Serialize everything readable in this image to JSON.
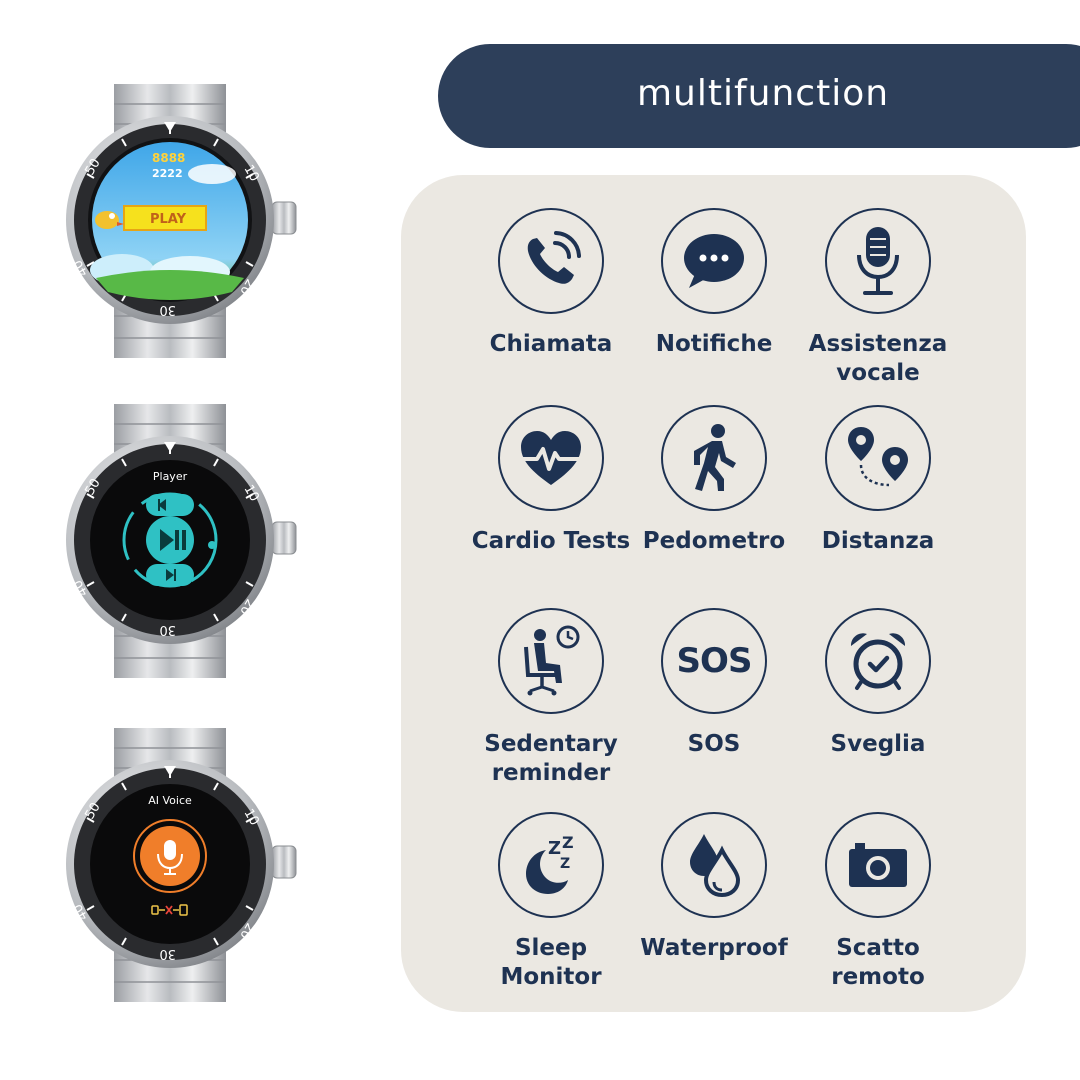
{
  "banner": {
    "title": "multifunction"
  },
  "features": [
    {
      "label": "Chiamata",
      "icon": "phone-call-icon"
    },
    {
      "label": "Notifiche",
      "icon": "chat-bubble-icon"
    },
    {
      "label": "Assistenza vocale",
      "icon": "microphone-icon"
    },
    {
      "label": "Cardio Tests",
      "icon": "heart-pulse-icon"
    },
    {
      "label": "Pedometro",
      "icon": "walking-person-icon"
    },
    {
      "label": "Distanza",
      "icon": "route-pins-icon"
    },
    {
      "label": "Sedentary reminder",
      "icon": "seated-clock-icon"
    },
    {
      "label": "SOS",
      "icon": "sos-icon"
    },
    {
      "label": "Sveglia",
      "icon": "alarm-clock-icon"
    },
    {
      "label": "Sleep Monitor",
      "icon": "moon-zzz-icon"
    },
    {
      "label": "Waterproof",
      "icon": "water-drops-icon"
    },
    {
      "label": "Scatto remoto",
      "icon": "camera-icon"
    }
  ],
  "watches": [
    {
      "screen": "game",
      "best_score": "8888",
      "score": "2222",
      "button": "PLAY"
    },
    {
      "screen": "player",
      "title": "Player"
    },
    {
      "screen": "ai-voice",
      "title": "AI Voice"
    }
  ],
  "bezel_numbers": [
    "50",
    "10",
    "40",
    "20",
    "30"
  ],
  "colors": {
    "navy": "#2d3f5a",
    "icon_navy": "#1e3252",
    "panel": "#ebe8e2",
    "teal": "#2fc1c4",
    "orange": "#f07e2a"
  }
}
